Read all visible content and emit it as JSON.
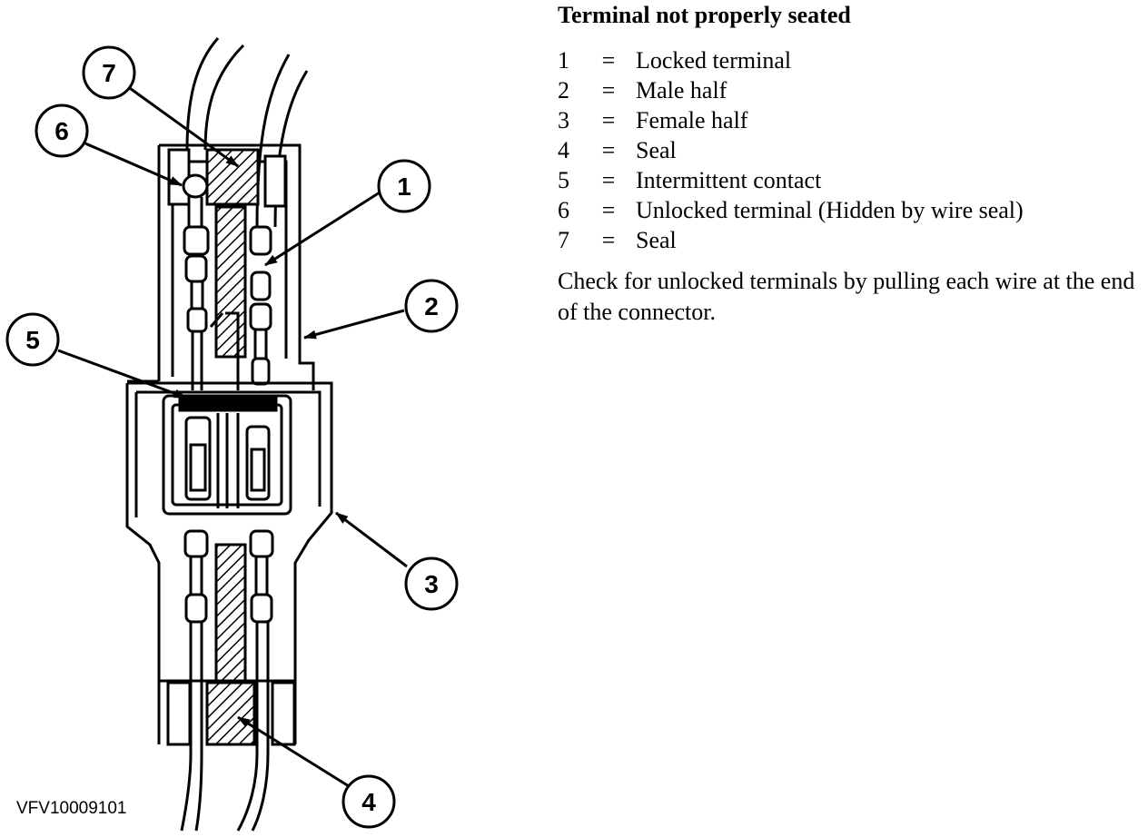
{
  "title": "Terminal not properly seated",
  "legend": [
    {
      "num": "1",
      "eq": "=",
      "desc": "Locked terminal"
    },
    {
      "num": "2",
      "eq": "=",
      "desc": "Male half"
    },
    {
      "num": "3",
      "eq": "=",
      "desc": "Female half"
    },
    {
      "num": "4",
      "eq": "=",
      "desc": "Seal"
    },
    {
      "num": "5",
      "eq": "=",
      "desc": "Intermittent contact"
    },
    {
      "num": "6",
      "eq": "=",
      "desc": "Unlocked terminal (Hidden by wire seal)"
    },
    {
      "num": "7",
      "eq": "=",
      "desc": "Seal"
    }
  ],
  "note": "Check for unlocked terminals by pulling each wire at the end of the connector.",
  "figure_code": "VFV10009101",
  "callouts": [
    "1",
    "2",
    "3",
    "4",
    "5",
    "6",
    "7"
  ]
}
